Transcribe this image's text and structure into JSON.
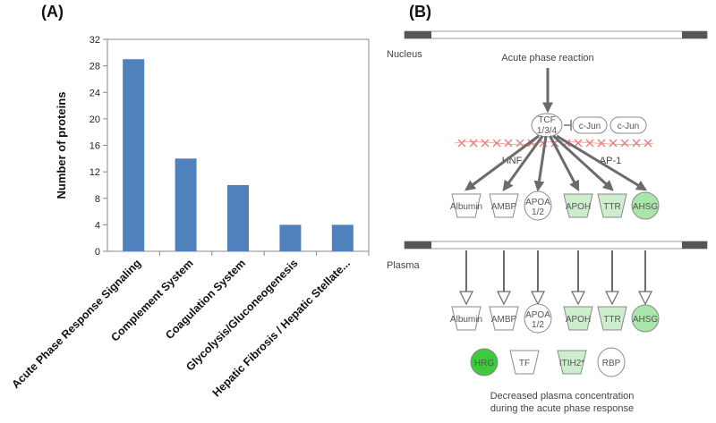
{
  "panel_a_label": "(A)",
  "panel_b_label": "(B)",
  "chart_data": {
    "type": "bar",
    "title": "",
    "xlabel": "",
    "ylabel": "Number of proteins",
    "ylim": [
      0,
      32
    ],
    "yticks": [
      0,
      4,
      8,
      12,
      16,
      20,
      24,
      28,
      32
    ],
    "grid": false,
    "categories": [
      "Acute Phase Response Signaling",
      "Complement System",
      "Coagulation System",
      "Glycolysis/Gluconeogenesis",
      "Hepatic Fibrosis / Hepatic Stellate..."
    ],
    "values": [
      29,
      14,
      10,
      4,
      4
    ],
    "bar_color": "#4f81bd"
  },
  "diagram": {
    "nucleus_label": "Nucleus",
    "plasma_label": "Plasma",
    "top_label": "Acute phase reaction",
    "tcf_label": [
      "TCF",
      "1/3/4"
    ],
    "cjun_labels": [
      "c-Jun",
      "c-Jun"
    ],
    "hnf_label": "HNF",
    "ap1_label": "AP-1",
    "nucleus_proteins": [
      "Albumin",
      "AMBP",
      "APOA 1/2",
      "APOH",
      "TTR",
      "AHSG"
    ],
    "plasma_proteins": [
      "Albumin",
      "AMBP",
      "APOA 1/2",
      "APOH",
      "TTR",
      "AHSG"
    ],
    "extra_proteins": [
      "HRG",
      "TF",
      "ITIH2*",
      "RBP"
    ],
    "caption": [
      "Decreased plasma concentration",
      "during the acute phase response"
    ],
    "colors": {
      "arrow": "#6b6b6b",
      "light_green": "#cdeecd",
      "mid_green": "#a9e6a9",
      "strong_green": "#3ccb3c",
      "dna_x": "#f08080"
    }
  }
}
